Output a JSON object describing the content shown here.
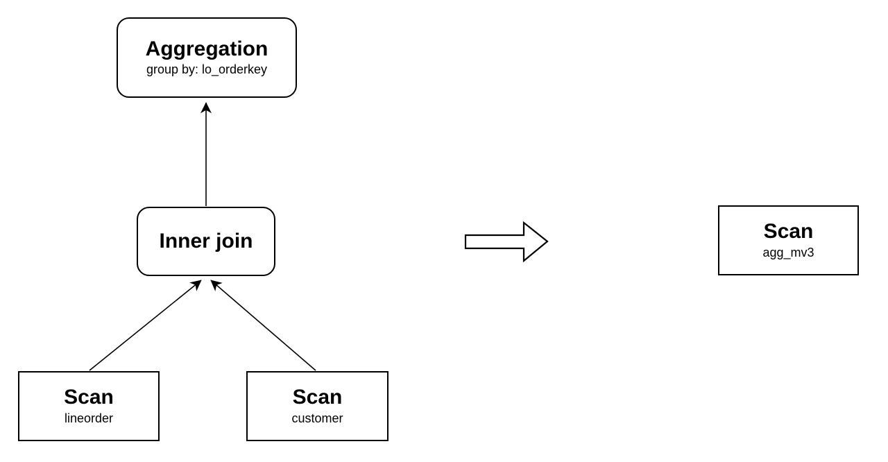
{
  "diagram": {
    "description": "query plan rewrite",
    "colors": {
      "stroke": "#000000",
      "node_fill": "#ffffff",
      "text": "#000000"
    },
    "nodes": [
      {
        "id": "aggregation",
        "title": "Aggregation",
        "subtitle": "group by: lo_orderkey",
        "shape": "rounded-rect"
      },
      {
        "id": "inner-join",
        "title": "Inner join",
        "subtitle": "",
        "shape": "rounded-rect"
      },
      {
        "id": "scan-lineorder",
        "title": "Scan",
        "subtitle": "lineorder",
        "shape": "rect"
      },
      {
        "id": "scan-customer",
        "title": "Scan",
        "subtitle": "customer",
        "shape": "rect"
      },
      {
        "id": "scan-agg-mv3",
        "title": "Scan",
        "subtitle": "agg_mv3",
        "shape": "rect"
      }
    ],
    "edges": [
      {
        "from": "inner-join",
        "to": "aggregation",
        "arrowhead": "filled"
      },
      {
        "from": "scan-lineorder",
        "to": "inner-join",
        "arrowhead": "filled"
      },
      {
        "from": "scan-customer",
        "to": "inner-join",
        "arrowhead": "filled"
      }
    ],
    "transform_arrow": {
      "direction": "right",
      "style": "hollow-block-arrow"
    }
  }
}
